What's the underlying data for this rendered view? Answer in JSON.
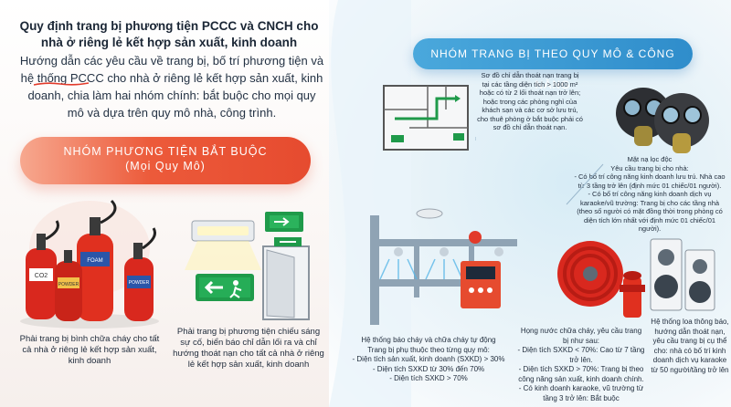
{
  "header": {
    "title": "Quy định trang bị phương tiện PCCC và CNCH cho nhà ở riêng lẻ kết hợp sản xuất, kinh doanh",
    "intro": "Hướng dẫn các yêu cầu về trang bị, bố trí phương tiện và hệ thống PCCC cho nhà ở riêng lẻ kết hợp sản xuất, kinh doanh, chia làm hai nhóm chính: bắt buộc cho mọi quy mô và dựa trên quy mô nhà, công trình."
  },
  "mandatory": {
    "heading_line1": "NHÓM PHƯƠNG TIỆN BẮT BUỘC",
    "heading_line2": "(Mọi Quy Mô)",
    "extinguisher_caption": "Phải trang bị bình chữa cháy cho tất cả nhà ở riêng lẻ kết hợp sản xuất, kinh doanh",
    "emergency_caption": "Phải trang bị phương tiện chiếu sáng sự cố, biển báo chỉ dẫn lối ra và chỉ hướng thoát nạn cho tất cả nhà ở riêng lẻ kết hợp sản xuất, kinh doanh",
    "extinguisher_labels": [
      "CO2",
      "FOAM",
      "POWDER",
      "POWDER"
    ]
  },
  "scale_group": {
    "heading": "NHÓM TRANG BỊ THEO QUY MÔ & CÔNG NĂNG",
    "evac_diagram_caption": "Sơ đồ chỉ dẫn thoát nạn trang bị tại các tầng diện tích > 1000 m² hoặc có từ 2 lối thoát nạn trở lên; hoặc trong các phòng nghỉ của khách sạn và các cơ sở lưu trú, cho thuê phòng ở bắt buộc phải có sơ đồ chỉ dẫn thoát nạn.",
    "mask_caption": "Mặt nạ lọc độc\nYêu cầu trang bị cho nhà:\n- Có bố trí công năng kinh doanh lưu trú. Nhà cao từ 3 tầng trở lên (định mức 01 chiếc/01 người).\n- Có bố trí công năng kinh doanh dịch vụ karaoke/vũ trường: Trang bị cho các tầng nhà (theo số người có mặt đồng thời trong phòng có diện tích lớn nhất với định mức 01 chiếc/01 người).",
    "alarm_caption": "Hệ thống báo cháy và chữa cháy tự động\nTrang bị phụ thuộc theo từng quy mô:\n- Diện tích sản xuất, kinh doanh (SXKD) > 30%\n- Diện tích SXKD từ 30% đến 70%\n- Diện tích SXKD > 70%",
    "hose_caption": "Họng nước chữa cháy, yêu cầu trang bị như sau:\n- Diện tích SXKD < 70%: Cao từ 7 tầng trở lên.\n- Diện tích SXKD > 70%: Trang bị theo công năng sản xuất, kinh doanh chính.\n- Có kinh doanh karaoke, vũ trường từ tầng 3 trở lên: Bắt buộc",
    "speaker_caption": "Hệ thống loa thông báo, hướng dẫn thoát nạn, yêu cầu trang bị cụ thể cho: nhà có bố trí kinh doanh dịch vụ karaoke từ 50 người/tầng trở lên"
  },
  "colors": {
    "accent_red": "#e64b2f",
    "accent_blue": "#2f8dcb",
    "exit_green": "#1f9a4a"
  }
}
